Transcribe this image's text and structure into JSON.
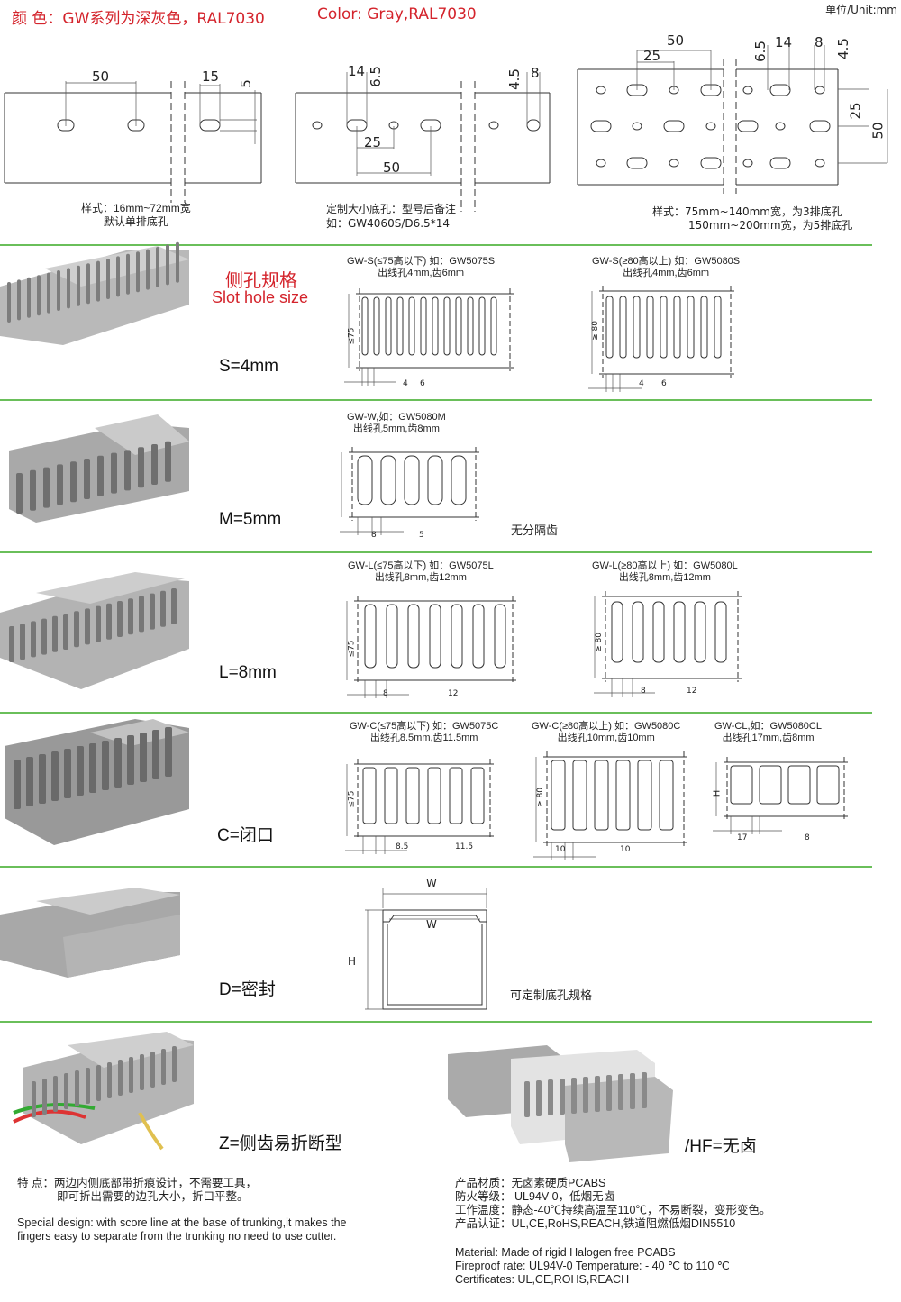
{
  "header": {
    "color_cn": "颜 色：GW系列为深灰色，RAL7030",
    "color_en": "Color: Gray,RAL7030",
    "unit": "单位/Unit:mm"
  },
  "top": {
    "d1": {
      "a": "50",
      "b": "15",
      "c": "5"
    },
    "d2": {
      "a": "14",
      "b": "6.5",
      "c": "4.5",
      "d": "8",
      "e": "25",
      "f": "50"
    },
    "d3": {
      "a": "50",
      "b": "25",
      "c": "6.5",
      "d": "14",
      "e": "8",
      "f": "4.5",
      "g": "25",
      "h": "50"
    },
    "cap1": [
      "样式：16mm~72mm宽",
      "默认单排底孔"
    ],
    "cap2": [
      "定制大小底孔：型号后备注",
      "如：GW4060S/D6.5*14"
    ],
    "cap3": [
      "样式：75mm~140mm宽，为3排底孔",
      "150mm~200mm宽，为5排底孔"
    ]
  },
  "slot_title": {
    "cn": "侧孔规格",
    "en": "Slot hole size"
  },
  "rows": {
    "s": {
      "label": "S=4mm",
      "a_title": [
        "GW-S(≤75高以下)  如：GW5075S",
        "出线孔4mm,齿6mm"
      ],
      "a_h": "≤75",
      "a_d1": "4",
      "a_d2": "6",
      "b_title": [
        "GW-S(≥80高以上)  如：GW5080S",
        "出线孔4mm,齿6mm"
      ],
      "b_h": "≥ 80",
      "b_d1": "4",
      "b_d2": "6"
    },
    "m": {
      "label": "M=5mm",
      "a_title": [
        "GW-W,如：GW5080M",
        "出线孔5mm,齿8mm"
      ],
      "a_d1": "8",
      "a_d2": "5",
      "note": "无分隔齿"
    },
    "l": {
      "label": "L=8mm",
      "a_title": [
        "GW-L(≤75高以下)  如：GW5075L",
        "出线孔8mm,齿12mm"
      ],
      "a_h": "≤75",
      "a_d1": "8",
      "a_d2": "12",
      "b_title": [
        "GW-L(≥80高以上)  如：GW5080L",
        "出线孔8mm,齿12mm"
      ],
      "b_h": "≥ 80",
      "b_d1": "8",
      "b_d2": "12"
    },
    "c": {
      "label": "C=闭口",
      "a_title": [
        "GW-C(≤75高以下)  如：GW5075C",
        "出线孔8.5mm,齿11.5mm"
      ],
      "a_h": "≤75",
      "a_d1": "8.5",
      "a_d2": "11.5",
      "b_title": [
        "GW-C(≥80高以上)  如：GW5080C",
        "出线孔10mm,齿10mm"
      ],
      "b_h": "≥ 80",
      "b_d1": "10",
      "b_d2": "10",
      "c_title": [
        "GW-CL,如：GW5080CL",
        "出线孔17mm,齿8mm"
      ],
      "c_h": "H",
      "c_d1": "17",
      "c_d2": "8"
    },
    "d": {
      "label": "D=密封",
      "w1": "W",
      "w2": "W",
      "h": "H",
      "note": "可定制底孔规格"
    },
    "z": {
      "label": "Z=侧齿易折断型",
      "hf": "/HF=无卤"
    }
  },
  "footer": {
    "feature_cn": [
      "特 点：两边内侧底部带折痕设计，不需要工具，",
      "即可折出需要的边孔大小，折口平整。"
    ],
    "feature_en": [
      "Special design: with score line at the base of trunking,it makes the",
      "fingers easy to separate from the trunking no need to use cutter."
    ],
    "spec_cn": [
      "产品材质：无卤素硬质PCABS",
      "防火等级：  UL94V-0，低烟无卤",
      "工作温度：静态-40℃持续高温至110℃，不易断裂，变形变色。",
      "产品认证：UL,CE,RoHS,REACH,铁道阻燃低烟DIN5510"
    ],
    "spec_en": [
      "Material: Made of rigid Halogen free PCABS",
      "Fireproof rate: UL94V-0 Temperature: - 40 ℃ to 110 ℃",
      "Certificates: UL,CE,ROHS,REACH"
    ]
  }
}
